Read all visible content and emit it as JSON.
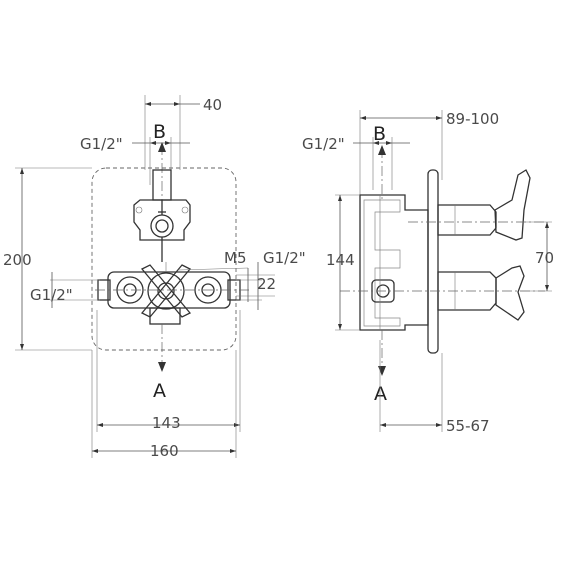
{
  "front_view": {
    "dim_top": "40",
    "dim_left_port": "G1/2\"",
    "port_top": "B",
    "dim_height": "200",
    "dim_m5": "M5",
    "dim_right_port": "G1/2\"",
    "dim_side_port": "G1/2\"",
    "dim_22": "22",
    "port_bottom": "A",
    "dim_inner_width": "143",
    "dim_outer_width": "160"
  },
  "side_view": {
    "dim_depth_top": "89-100",
    "dim_port": "G1/2\"",
    "port_top": "B",
    "dim_height": "144",
    "dim_70": "70",
    "port_bottom": "A",
    "dim_depth_bottom": "55-67"
  },
  "colors": {
    "line": "#555555",
    "text": "#4a4a4a",
    "background": "#ffffff"
  }
}
